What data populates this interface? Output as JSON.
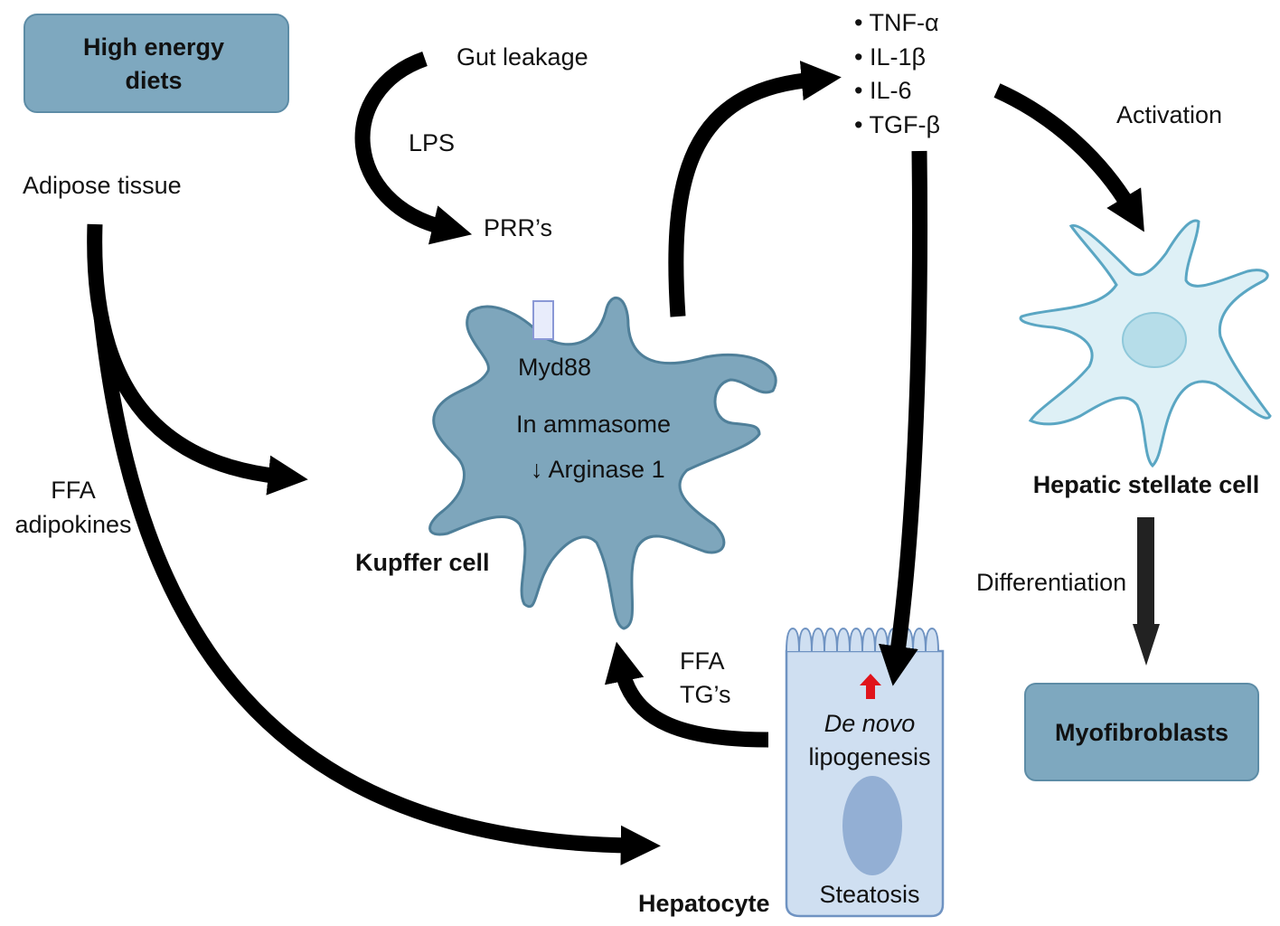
{
  "boxes": {
    "high_energy_diets": [
      "High energy",
      "diets"
    ],
    "myofibroblasts": "Myofibroblasts"
  },
  "labels": {
    "adipose_tissue": "Adipose tissue",
    "gut_leakage": "Gut leakage",
    "lps": "LPS",
    "prrs": "PRR’s",
    "ffa_adipokines": [
      "FFA",
      "adipokines"
    ],
    "cytokines": [
      "• TNF-α",
      "• IL-1β",
      "• IL-6",
      "• TGF-β"
    ],
    "activation": "Activation",
    "differentiation": "Differentiation",
    "ffa_tgs": [
      "FFA",
      "TG’s"
    ]
  },
  "kupffer": {
    "title": "Kupffer cell",
    "myd88": "Myd88",
    "inflammasome": "In  ammasome",
    "arginase": "↓ Arginase 1"
  },
  "stellate": {
    "title": "Hepatic stellate cell"
  },
  "hepatocyte": {
    "title": "Hepatocyte",
    "de_novo": "De novo",
    "lipogenesis": "lipogenesis",
    "steatosis": "Steatosis"
  },
  "colors": {
    "box_fill": "#7ea8bf",
    "kupffer_fill": "#7ea6bc",
    "stellate_fill": "#def0f6",
    "hepatocyte_fill": "#cfdff1",
    "up_arrow": "#e0141b"
  }
}
